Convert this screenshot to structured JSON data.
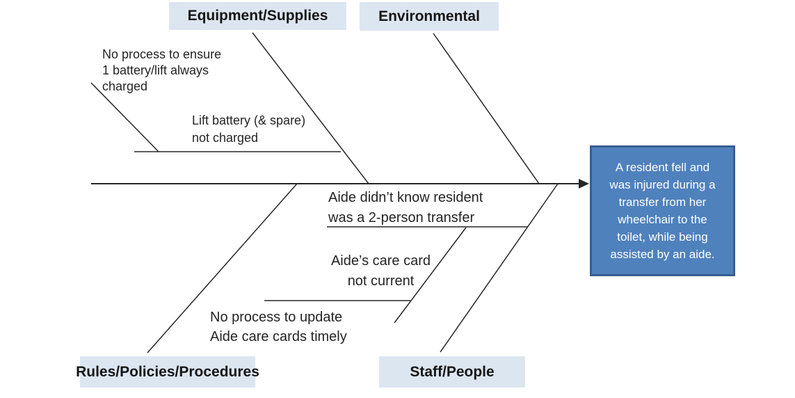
{
  "diagram": {
    "categories": {
      "top_left": "Equipment/Supplies",
      "top_right": "Environmental",
      "bottom_left": "Rules/Policies/Procedures",
      "bottom_right": "Staff/People"
    },
    "causes": {
      "equipment_secondary": "No process to ensure\n1 battery/lift always\ncharged",
      "equipment_primary": "Lift battery (& spare)\nnot charged",
      "staff_primary": "Aide didn’t know resident\nwas a 2-person transfer",
      "staff_secondary": "Aide’s care card\nnot current",
      "staff_tertiary": "No process to update\nAide  care cards timely"
    },
    "effect": "A resident fell and\nwas injured during a\ntransfer from her\nwheelchair to the\ntoilet, while being\nassisted by an aide.",
    "colors": {
      "category_bg": "#dce6f1",
      "effect_bg": "#4f81bd",
      "effect_border": "#365f91",
      "effect_text": "#ffffff",
      "line": "#262626",
      "text": "#242424"
    }
  }
}
